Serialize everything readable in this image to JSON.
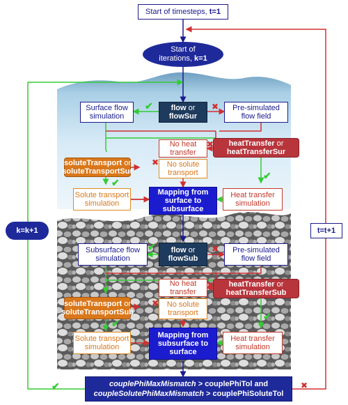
{
  "start_timesteps": {
    "prefix": "Start of timesteps, ",
    "bold": "t=1"
  },
  "start_iterations": {
    "line1": "Start of",
    "line2_prefix": "iterations, ",
    "bold": "k=1"
  },
  "surface": {
    "flow_sim": "Surface flow simulation",
    "flow_key": {
      "bold": "flow",
      "mid": " or",
      "bold2": "flowSur"
    },
    "pre_sim": "Pre-simulated flow field",
    "no_heat": "No heat transfer",
    "heat_key": {
      "bold": "heatTransfer",
      "mid": " or",
      "bold2": "heatTransferSur"
    },
    "solute_key": {
      "bold": "soluteTransport",
      "mid": " or",
      "bold2": "soluteTransportSur"
    },
    "no_solute": "No solute transport",
    "solute_sim": "Solute transport simulation",
    "mapping": "Mapping from surface to subsurface",
    "heat_sim": "Heat transfer simulation"
  },
  "subsurface": {
    "flow_sim": "Subsurface flow simulation",
    "flow_key": {
      "bold": "flow",
      "mid": " or",
      "bold2": "flowSub"
    },
    "pre_sim": "Pre-simulated flow field",
    "no_heat": "No heat transfer",
    "heat_key": {
      "bold": "heatTransfer",
      "mid": " or",
      "bold2": "heatTransferSub"
    },
    "solute_key": {
      "bold": "soluteTransport",
      "mid": " or",
      "bold2": "soluteTransportSub"
    },
    "no_solute": "No solute transport",
    "solute_sim": "Solute transport simulation",
    "mapping": "Mapping from subsurface to surface",
    "heat_sim": "Heat transfer simulation"
  },
  "k_update": "k=k+1",
  "t_update": "t=t+1",
  "condition": {
    "l1_italic": "couplePhiMaxMismatch",
    "l1_rest": " > couplePhiTol and",
    "l2_italic": "coupleSolutePhiMaxMismatch",
    "l2_rest": " > couplePhiSoluteTol"
  },
  "symbols": {
    "check": "✔",
    "cross": "✖"
  },
  "colors": {
    "navy": "#1f2a9a",
    "red": "#c0392b",
    "green": "#33cc33",
    "orange": "#d9771a",
    "water": "#b8d8ec"
  }
}
